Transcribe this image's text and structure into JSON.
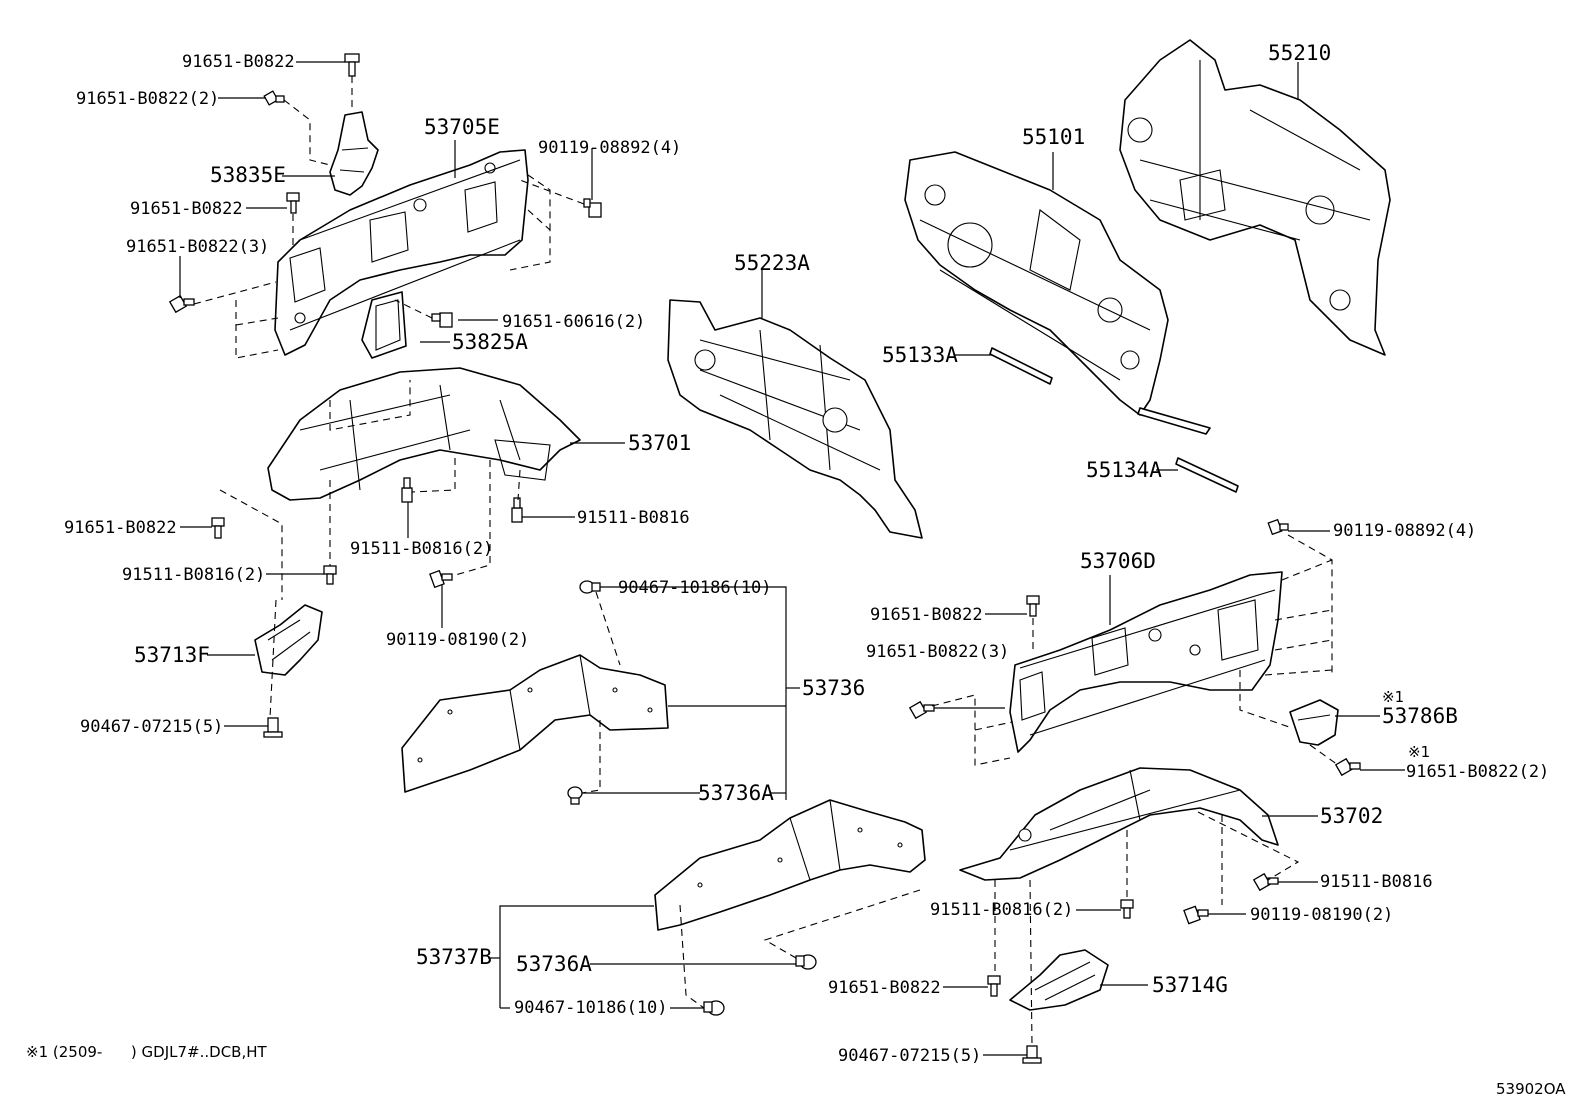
{
  "labels": {
    "p_91651_B0822_a": "91651-B0822",
    "p_91651_B0822_2_a": "91651-B0822(2)",
    "p_53705E": "53705E",
    "p_90119_08892_4_a": "90119-08892(4)",
    "p_53835E": "53835E",
    "p_91651_B0822_b": "91651-B0822",
    "p_91651_B0822_3_a": "91651-B0822(3)",
    "p_91651_60616_2": "91651-60616(2)",
    "p_53825A": "53825A",
    "p_53701": "53701",
    "p_91651_B0822_c": "91651-B0822",
    "p_91511_B0816_2_a": "91511-B0816(2)",
    "p_91511_B0816_a": "91511-B0816",
    "p_91511_B0816_2_b": "91511-B0816(2)",
    "p_90119_08190_2_a": "90119-08190(2)",
    "p_53713F": "53713F",
    "p_90467_07215_5_a": "90467-07215(5)",
    "p_55223A": "55223A",
    "p_55101": "55101",
    "p_55210": "55210",
    "p_55133A": "55133A",
    "p_55134A": "55134A",
    "p_90467_10186_10_a": "90467-10186(10)",
    "p_53736": "53736",
    "p_53736A_a": "53736A",
    "p_90119_08892_4_b": "90119-08892(4)",
    "p_53706D": "53706D",
    "p_91651_B0822_d": "91651-B0822",
    "p_91651_B0822_3_b": "91651-B0822(3)",
    "p_53786B": "53786B",
    "note_mark_a": "※1",
    "p_91651_B0822_2_b": "91651-B0822(2)",
    "note_mark_b": "※1",
    "p_53702": "53702",
    "p_91511_B0816_b": "91511-B0816",
    "p_91511_B0816_2_c": "91511-B0816(2)",
    "p_90119_08190_2_b": "90119-08190(2)",
    "p_53737B": "53737B",
    "p_53736A_b": "53736A",
    "p_90467_10186_10_b": "90467-10186(10)",
    "p_91651_B0822_e": "91651-B0822",
    "p_53714G": "53714G",
    "p_90467_07215_5_b": "90467-07215(5)"
  },
  "footnote": "※1 (2509-      ) GDJL7#..DCB,HT",
  "diagram_code": "53902OA"
}
